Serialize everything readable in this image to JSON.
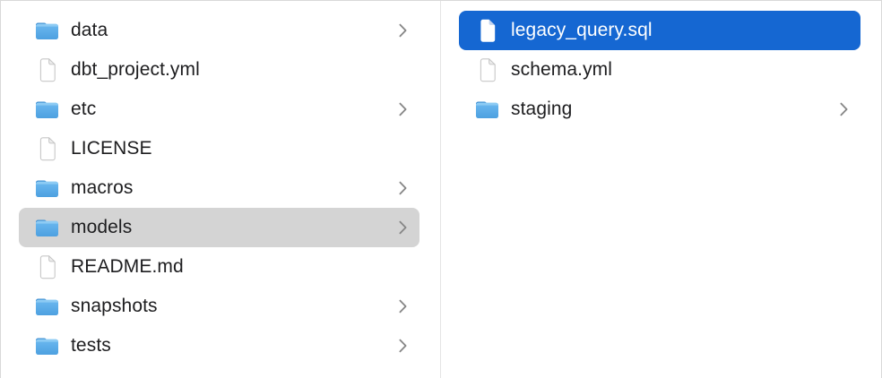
{
  "window": {
    "app": "Finder",
    "view": "column-view"
  },
  "colors": {
    "selection_blue": "#1567d2",
    "selection_gray": "#d4d4d4",
    "text": "#1d1d1f",
    "text_selected": "#ffffff",
    "divider": "#e4e4e4",
    "window_border": "#d9d9d9",
    "chevron_gray": "#868686",
    "folder_body_top": "#6cb9f0",
    "folder_body_bottom": "#4da0e0",
    "folder_tab": "#3f8fd2",
    "folder_highlight": "#8dcbf4"
  },
  "columns": [
    {
      "name": "left-column",
      "items": [
        {
          "label": "data",
          "type": "folder",
          "icon": "folder-icon",
          "has_chevron": true,
          "selected": false
        },
        {
          "label": "dbt_project.yml",
          "type": "file",
          "icon": "document-icon",
          "has_chevron": false,
          "selected": false
        },
        {
          "label": "etc",
          "type": "folder",
          "icon": "folder-icon",
          "has_chevron": true,
          "selected": false
        },
        {
          "label": "LICENSE",
          "type": "file",
          "icon": "document-icon",
          "has_chevron": false,
          "selected": false
        },
        {
          "label": "macros",
          "type": "folder",
          "icon": "folder-icon",
          "has_chevron": true,
          "selected": false
        },
        {
          "label": "models",
          "type": "folder",
          "icon": "folder-icon",
          "has_chevron": true,
          "selected": true,
          "selection_style": "inactive-gray"
        },
        {
          "label": "README.md",
          "type": "file",
          "icon": "document-icon",
          "has_chevron": false,
          "selected": false
        },
        {
          "label": "snapshots",
          "type": "folder",
          "icon": "folder-icon",
          "has_chevron": true,
          "selected": false
        },
        {
          "label": "tests",
          "type": "folder",
          "icon": "folder-icon",
          "has_chevron": true,
          "selected": false
        }
      ]
    },
    {
      "name": "right-column",
      "items": [
        {
          "label": "legacy_query.sql",
          "type": "file",
          "icon": "document-icon",
          "has_chevron": false,
          "selected": true,
          "selection_style": "active-blue"
        },
        {
          "label": "schema.yml",
          "type": "file",
          "icon": "document-icon",
          "has_chevron": false,
          "selected": false
        },
        {
          "label": "staging",
          "type": "folder",
          "icon": "folder-icon",
          "has_chevron": true,
          "selected": false
        }
      ]
    }
  ]
}
